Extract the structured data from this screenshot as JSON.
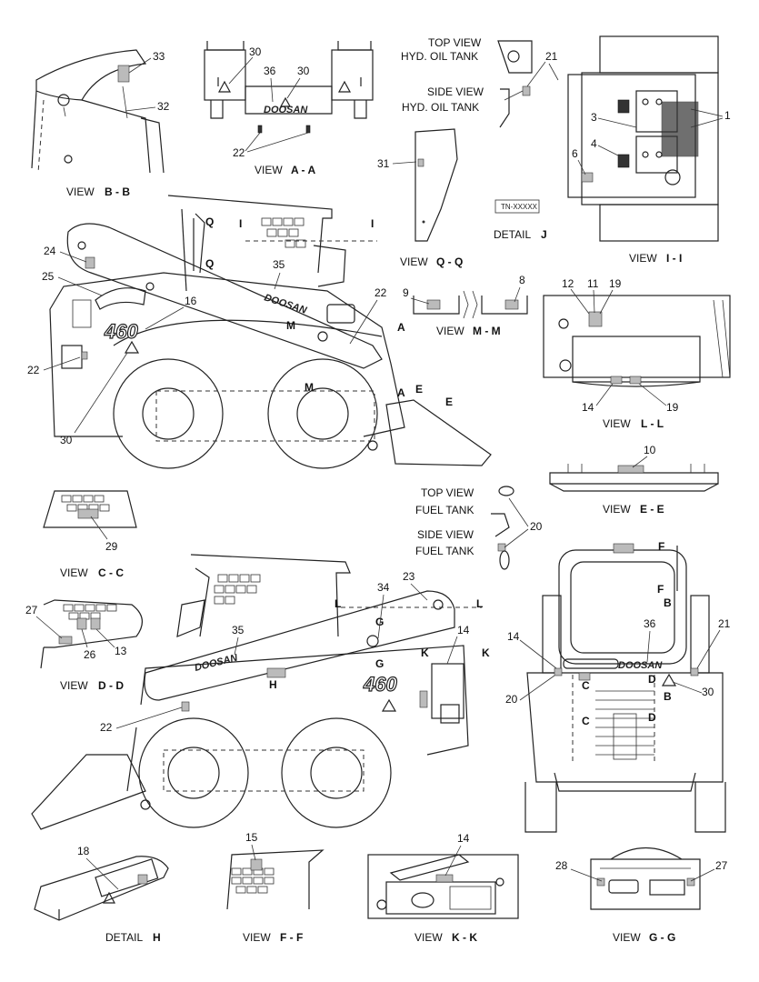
{
  "views": {
    "bb": {
      "prefix": "VIEW",
      "letter": "B - B"
    },
    "aa": {
      "prefix": "VIEW",
      "letter": "A - A"
    },
    "ii": {
      "prefix": "VIEW",
      "letter": "I - I"
    },
    "qq": {
      "prefix": "VIEW",
      "letter": "Q - Q"
    },
    "j": {
      "prefix": "DETAIL",
      "letter": "J"
    },
    "mm": {
      "prefix": "VIEW",
      "letter": "M - M"
    },
    "ll": {
      "prefix": "VIEW",
      "letter": "L - L"
    },
    "ee": {
      "prefix": "VIEW",
      "letter": "E - E"
    },
    "cc": {
      "prefix": "VIEW",
      "letter": "C - C"
    },
    "dd": {
      "prefix": "VIEW",
      "letter": "D - D"
    },
    "h": {
      "prefix": "DETAIL",
      "letter": "H"
    },
    "ff": {
      "prefix": "VIEW",
      "letter": "F - F"
    },
    "kk": {
      "prefix": "VIEW",
      "letter": "K - K"
    },
    "gg": {
      "prefix": "VIEW",
      "letter": "G - G"
    }
  },
  "notes": {
    "top_hyd_1": "TOP VIEW",
    "top_hyd_2": "HYD. OIL TANK",
    "side_hyd_1": "SIDE VIEW",
    "side_hyd_2": "HYD. OIL TANK",
    "top_fuel_1": "TOP VIEW",
    "top_fuel_2": "FUEL TANK",
    "side_fuel_1": "SIDE VIEW",
    "side_fuel_2": "FUEL TANK",
    "tn_label": "TN-XXXXX"
  },
  "brand": {
    "name": "DOOSAN",
    "model": "460"
  },
  "callouts": {
    "c33": "33",
    "c32": "32",
    "c30a": "30",
    "c36a": "36",
    "c30b": "30",
    "c22a": "22",
    "c21a": "21",
    "c31": "31",
    "c1": "1",
    "c3": "3",
    "c4": "4",
    "c6": "6",
    "c24": "24",
    "c25": "25",
    "c16": "16",
    "c35a": "35",
    "c22b": "22",
    "c22c": "22",
    "c30c": "30",
    "c9": "9",
    "c8": "8",
    "c12": "12",
    "c11": "11",
    "c19a": "19",
    "c14a": "14",
    "c19b": "19",
    "c10": "10",
    "c29": "29",
    "c20a": "20",
    "c27a": "27",
    "c26": "26",
    "c13": "13",
    "c35b": "35",
    "c34": "34",
    "c23": "23",
    "c14b": "14",
    "c22d": "22",
    "c14c": "14",
    "c36b": "36",
    "c21b": "21",
    "c20b": "20",
    "c30d": "30",
    "c18": "18",
    "c15": "15",
    "c14d": "14",
    "c28": "28",
    "c27b": "27"
  },
  "section_marks": {
    "Q1": "Q",
    "Q2": "Q",
    "I1": "I",
    "I2": "I",
    "A1": "A",
    "A2": "A",
    "E1": "E",
    "E2": "E",
    "M1": "M",
    "M2": "M",
    "L1": "L",
    "L2": "L",
    "G1": "G",
    "G2": "G",
    "H": "H",
    "K1": "K",
    "K2": "K",
    "F1": "F",
    "F2": "F",
    "B1": "B",
    "B2": "B",
    "C1": "C",
    "C2": "C",
    "D1": "D",
    "D2": "D"
  }
}
